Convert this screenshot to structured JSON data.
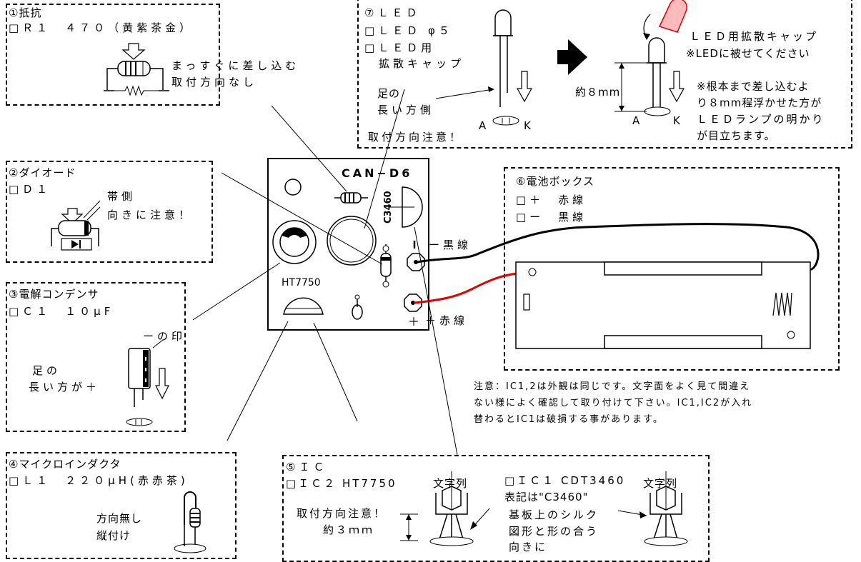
{
  "sec1": {
    "title": "①抵抗",
    "item": "□Ｒ１　４７０（黄紫茶金）",
    "note1": "まっすぐに差し込む",
    "note2": "取付方向なし"
  },
  "sec2": {
    "title": "②ダイオード",
    "item": "□Ｄ１",
    "note1": "帯側",
    "note2": "向きに注意！"
  },
  "sec3": {
    "title": "③電解コンデンサ",
    "item": "□Ｃ１　１０μF",
    "mark": "ーの印",
    "leg1": "足の",
    "leg2": "長い方が＋"
  },
  "sec4": {
    "title": "④マイクロインダクタ",
    "item": "□Ｌ１　２２０μH(赤赤茶)",
    "note1": "方向無し",
    "note2": "縦付け"
  },
  "sec5": {
    "title": "⑤ＩＣ",
    "item_ic2": "□ＩＣ２ HT7750",
    "label_left": "文字列",
    "item_ic1": "□ＩＣ１ CDT3460",
    "marking": "表記は\"C3460\"",
    "label_right": "文字列",
    "warn": "取付方向注意！",
    "silk1": "基板上のシルク",
    "silk2": "図形と形の合う",
    "silk3": "向きに",
    "height": "約３ｍｍ"
  },
  "sec6": {
    "title": "⑥電池ボックス",
    "plus": "□＋　赤線",
    "minus": "□ー　黒線"
  },
  "sec7": {
    "title": "⑦ＬＥＤ",
    "item1": "□ＬＥＤ φ５",
    "item2": "□ＬＥＤ用",
    "item2b": "拡散キャップ",
    "leg1": "足の",
    "leg2": "長い方側",
    "A": "A",
    "K": "K",
    "warn": "取付方向注意！",
    "cap1": "ＬＥＤ用拡散キャップ",
    "cap2": "※LEDに被せてください",
    "height": "約８mm",
    "tip1": "※根本まで差し込むよ",
    "tip2": "り８mm程浮かせた方が",
    "tip3": "ＬＥＤランプの明かり",
    "tip4": "が目立ちます。"
  },
  "board": {
    "name": "CAN−D6",
    "ic1": "C3460",
    "ic2": "HT7750",
    "minus_sign": "ー",
    "plus_sign": "＋"
  },
  "wires": {
    "black": "ー黒線",
    "red": "＋赤線"
  },
  "notice": {
    "line1": "注意：IC1,2は外観は同じです。文字面をよく見て間違え",
    "line2": "ない様によく確認して取り付けて下さい。IC1,IC2が入れ",
    "line3": "替わるとIC1は破損する事があります。"
  }
}
